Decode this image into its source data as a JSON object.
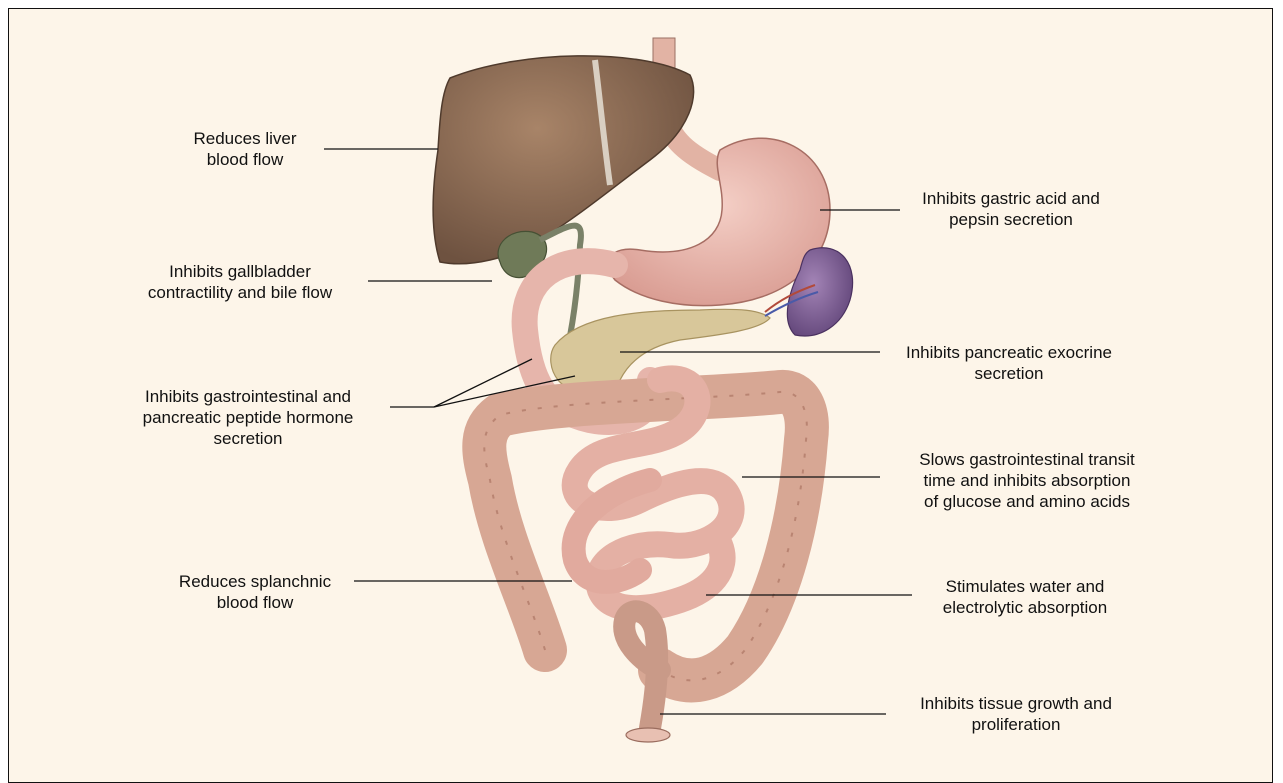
{
  "labels": {
    "liver": "Reduces liver\nblood flow",
    "gallbladder": "Inhibits gallbladder\ncontractility and bile flow",
    "gi_hormone": "Inhibits gastrointestinal and\npancreatic peptide hormone\nsecretion",
    "splanchnic": "Reduces splanchnic\nblood flow",
    "gastric": "Inhibits gastric acid and\npepsin secretion",
    "pancreatic": "Inhibits pancreatic exocrine\nsecretion",
    "transit": "Slows gastrointestinal transit\ntime and inhibits absorption\nof glucose and amino acids",
    "water": "Stimulates water and\nelectrolytic absorption",
    "tissue": "Inhibits tissue growth and\nproliferation"
  },
  "colors": {
    "background": "#fdf5e9",
    "liver": "#8a6a52",
    "stomach": "#e8b6ad",
    "intestine": "#e4b0a4",
    "colon": "#d9ab98",
    "pancreas": "#d8c79a",
    "spleen": "#7e5e94",
    "gallbladder": "#6f7a58"
  }
}
